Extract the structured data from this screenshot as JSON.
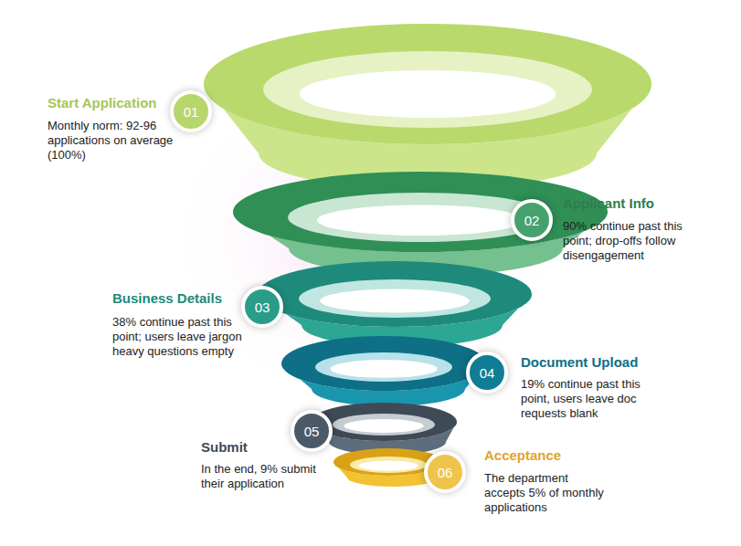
{
  "diagram": {
    "nodes": [
      {
        "text": [
          "01",
          "Start Application",
          "Monthly norm: 92-96 applications on average (100%)"
        ]
      },
      {
        "text": [
          "02",
          "Applicant Info",
          "90% continue past this point; drop-offs follow disengagement"
        ]
      },
      {
        "text": [
          "03",
          "Business Details",
          "38% continue past this point; users leave jargon heavy questions empty"
        ]
      },
      {
        "text": [
          "04",
          "Document Upload",
          "19% continue past this point, users leave doc requests blank"
        ]
      },
      {
        "text": [
          "05",
          "Submit",
          "In the end, 9% submit their application"
        ]
      },
      {
        "text": [
          "06",
          "Acceptance",
          "The department accepts 5% of monthly applications"
        ]
      }
    ]
  }
}
